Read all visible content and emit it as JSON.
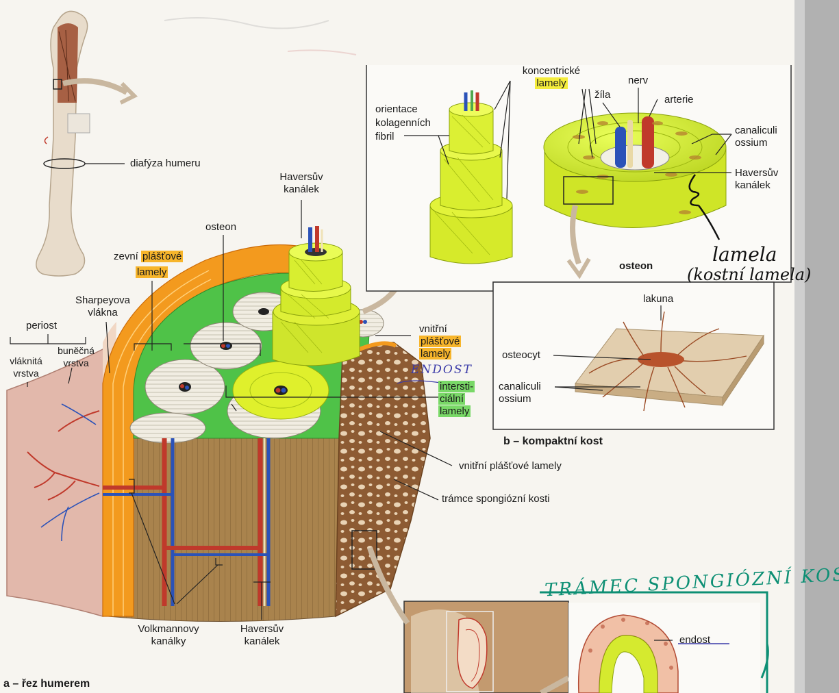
{
  "labels": {
    "diafyza": "diafýza humeru",
    "havers_top_1": "Haversův",
    "havers_top_2": "kanálek",
    "osteon": "osteon",
    "zevni": "zevní",
    "zevni_hl_1": "plášťové",
    "zevni_hl_2": "lamely",
    "sharpey_1": "Sharpeyova",
    "sharpey_2": "vlákna",
    "periost": "periost",
    "vlaknita_1": "vláknitá",
    "vlaknita_2": "vrstva",
    "bunecna_1": "buněčná",
    "bunecna_2": "vrstva",
    "vnitrni": "vnitřní",
    "vnitrni_hl_1": "plášťové",
    "vnitrni_hl_2": "lamely",
    "inter_1": "intersti-",
    "inter_2": "ciální",
    "inter_3": "lamely",
    "vnitrni_plastove": "vnitřní plášťové lamely",
    "tramce": "trámce spongiózní kosti",
    "volkmann_1": "Volkmannovy",
    "volkmann_2": "kanálky",
    "havers_bottom_1": "Haversův",
    "havers_bottom_2": "kanálek",
    "caption_a": "a – řez humerem",
    "koncentricke": "koncentrické",
    "koncentricke_hl": "lamely",
    "orientace_1": "orientace",
    "orientace_2": "kolagenních",
    "orientace_3": "fibril",
    "nerv": "nerv",
    "zila": "žíla",
    "arterie": "arterie",
    "canaliculi_top_1": "canaliculi",
    "canaliculi_top_2": "ossium",
    "havers_right_1": "Haversův",
    "havers_right_2": "kanálek",
    "osteon_b": "osteon",
    "lakuna": "lakuna",
    "osteocyt": "osteocyt",
    "canaliculi_b_1": "canaliculi",
    "canaliculi_b_2": "ossium",
    "caption_b": "b – kompaktní kost",
    "endost": "endost"
  },
  "handwriting": {
    "lamela_1": "lamela",
    "lamela_2": "(kostní lamela)",
    "endost_note": "ENDOST",
    "tramec": "TRÁMEC SPONGIÓZNÍ KOSTI"
  },
  "colors": {
    "bone_tan": "#b98a52",
    "spongy_brown": "#9a6a3f",
    "lamella_orange": "#f39a1e",
    "interstitial_green": "#4fc248",
    "osteon_yellow": "#d7ef2a",
    "artery_red": "#c0392b",
    "vein_blue": "#2b52b8",
    "nerve_cream": "#f0e2b8",
    "periost_pink": "#d9a79a",
    "handwriting_green": "#0d8f74",
    "handwriting_blue": "#3a3aa8"
  }
}
